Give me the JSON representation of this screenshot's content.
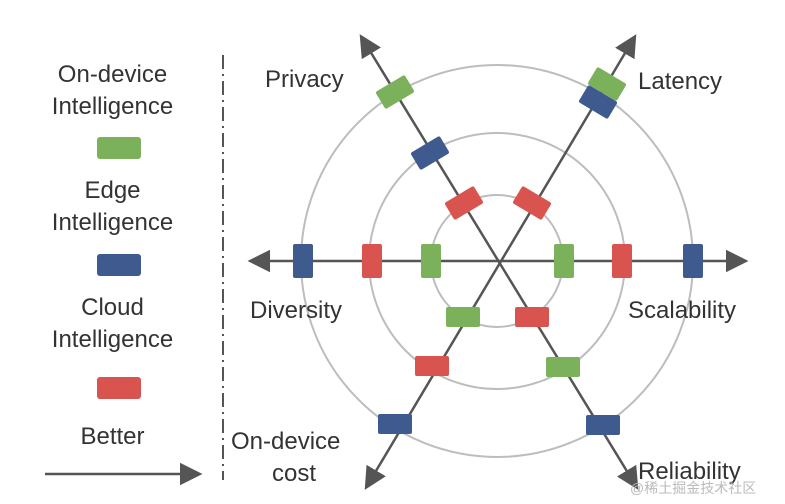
{
  "legend": {
    "items": [
      {
        "label_line1": "On-device",
        "label_line2": "Intelligence",
        "color": "#7cb15b"
      },
      {
        "label_line1": "Edge",
        "label_line2": "Intelligence",
        "color": "#3f5a8e"
      },
      {
        "label_line1": "Cloud",
        "label_line2": "Intelligence",
        "color": "#d9534f"
      }
    ],
    "better_label": "Better"
  },
  "axes": {
    "privacy": "Privacy",
    "latency": "Latency",
    "diversity": "Diversity",
    "scalability": "Scalability",
    "cost_line1": "On-device",
    "cost_line2": "cost",
    "reliability": "Reliability"
  },
  "colors": {
    "on_device": "#7cb15b",
    "edge": "#3f5a8e",
    "cloud": "#d9534f",
    "axis": "#555555",
    "ring": "#bdbdbd"
  },
  "watermark": "@稀土掘金技术社区"
}
